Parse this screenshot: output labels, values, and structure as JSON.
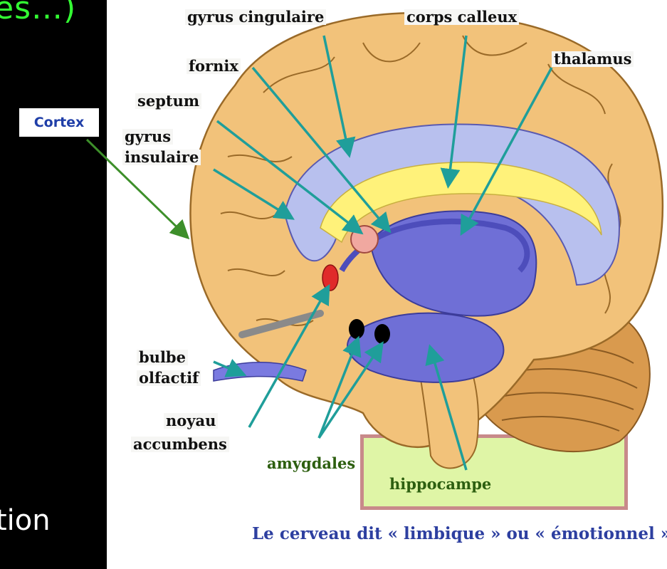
{
  "slide": {
    "title_fragment": "es…)",
    "bottom_fragment": "tion"
  },
  "callout": {
    "cortex": "Cortex"
  },
  "labels": {
    "gyrus_cingulaire": "gyrus cingulaire",
    "corps_calleux": "corps calleux",
    "thalamus": "thalamus",
    "fornix": "fornix",
    "septum": "septum",
    "gyrus_insulaire_1": "gyrus",
    "gyrus_insulaire_2": "insulaire",
    "bulbe_olfactif_1": "bulbe",
    "bulbe_olfactif_2": "olfactif",
    "noyau_accumbens_1": "noyau",
    "noyau_accumbens_2": "accumbens",
    "amygdales": "amygdales",
    "hippocampe": "hippocampe"
  },
  "caption": "Le cerveau dit « limbique » ou « émotionnel »",
  "colors": {
    "slide_title": "#33ff33",
    "cortex_fill": "#f2c27a",
    "limbic_blue": "#6f6fd6",
    "corps_calleux": "#fff27a",
    "arrow_teal": "#1f9e9a",
    "cortex_arrow": "#3d8f2a",
    "highlight_fill": "#dff5a6",
    "highlight_border": "#c88a8a",
    "caption": "#2d3fa0"
  }
}
